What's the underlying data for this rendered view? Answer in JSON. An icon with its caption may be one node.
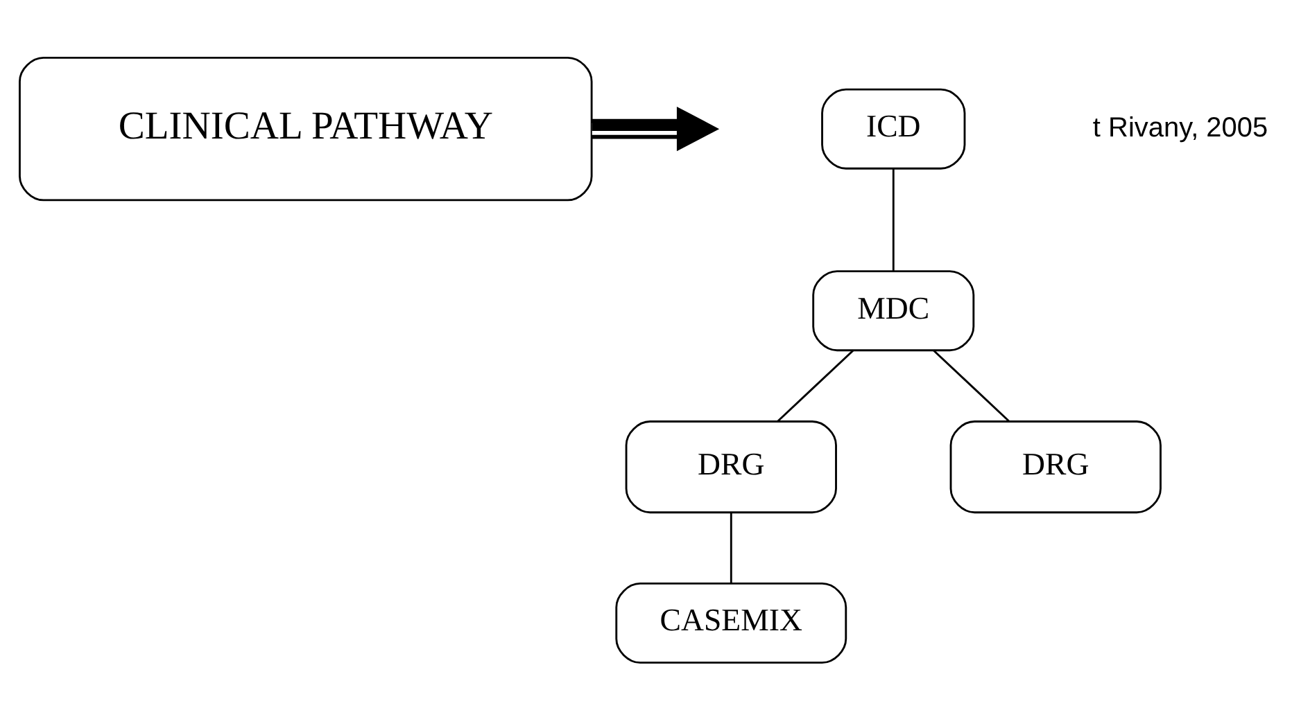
{
  "diagram": {
    "nodes": [
      {
        "text": [
          "CLINICAL PATHWAY"
        ]
      },
      {
        "text": [
          "ICD"
        ]
      },
      {
        "text": [
          "MDC"
        ]
      },
      {
        "text": [
          "DRG"
        ]
      },
      {
        "text": [
          "DRG"
        ]
      },
      {
        "text": [
          "CASEMIX"
        ]
      }
    ],
    "edges": [
      {
        "from": 0,
        "to": null,
        "arrow": "to",
        "style": "thick"
      },
      {
        "from": 1,
        "to": 2,
        "arrow": "none"
      },
      {
        "from": 2,
        "to": 3,
        "arrow": "none"
      },
      {
        "from": 2,
        "to": 4,
        "arrow": "none"
      },
      {
        "from": 3,
        "to": 5,
        "arrow": "none"
      }
    ],
    "labels": [
      "t Rivany, 2005"
    ]
  }
}
